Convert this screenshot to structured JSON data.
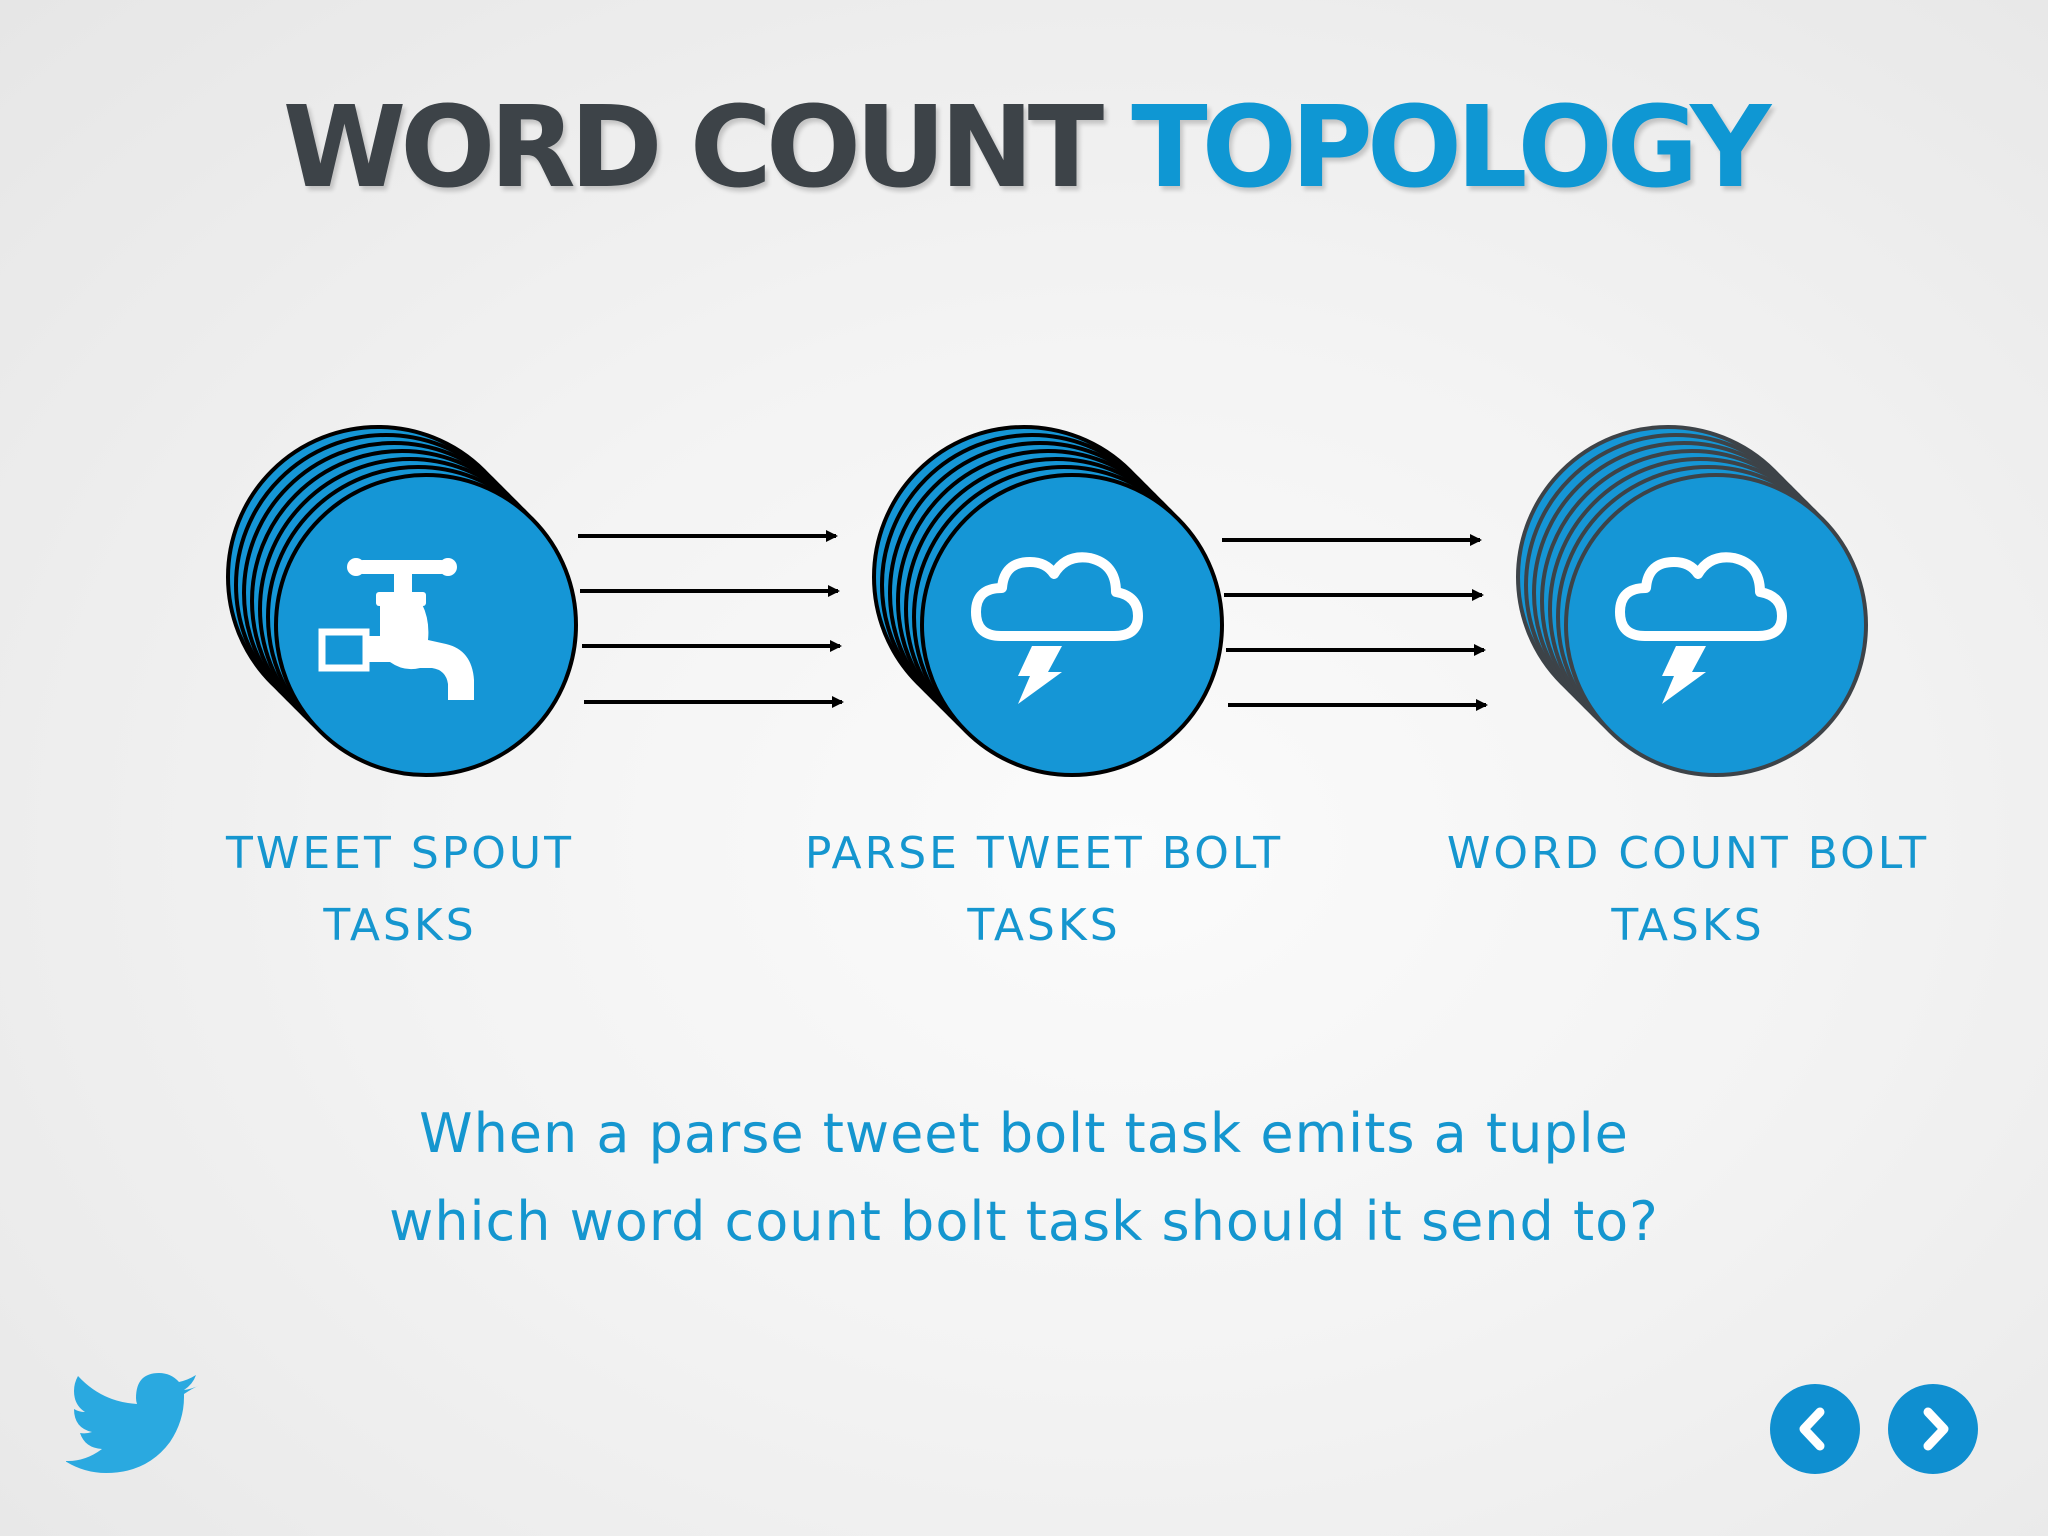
{
  "title": {
    "part1": "WORD COUNT",
    "part2": "TOPOLOGY"
  },
  "nodes": [
    {
      "label_line1": "TWEET SPOUT",
      "label_line2": "TASKS",
      "icon": "faucet-icon"
    },
    {
      "label_line1": "PARSE TWEET BOLT",
      "label_line2": "TASKS",
      "icon": "storm-cloud-icon"
    },
    {
      "label_line1": "WORD COUNT BOLT",
      "label_line2": "TASKS",
      "icon": "storm-cloud-icon"
    }
  ],
  "question": {
    "line1": "When a parse tweet bolt task emits a tuple",
    "line2": "which word count bolt task should it send to?"
  },
  "colors": {
    "accent": "#0f97d3",
    "title_dark": "#3d4348",
    "label": "#1596cf",
    "circle_fill": "#1596d6",
    "twitter": "#2aa9e0"
  },
  "navigation": {
    "prev_icon": "chevron-left-icon",
    "next_icon": "chevron-right-icon"
  }
}
